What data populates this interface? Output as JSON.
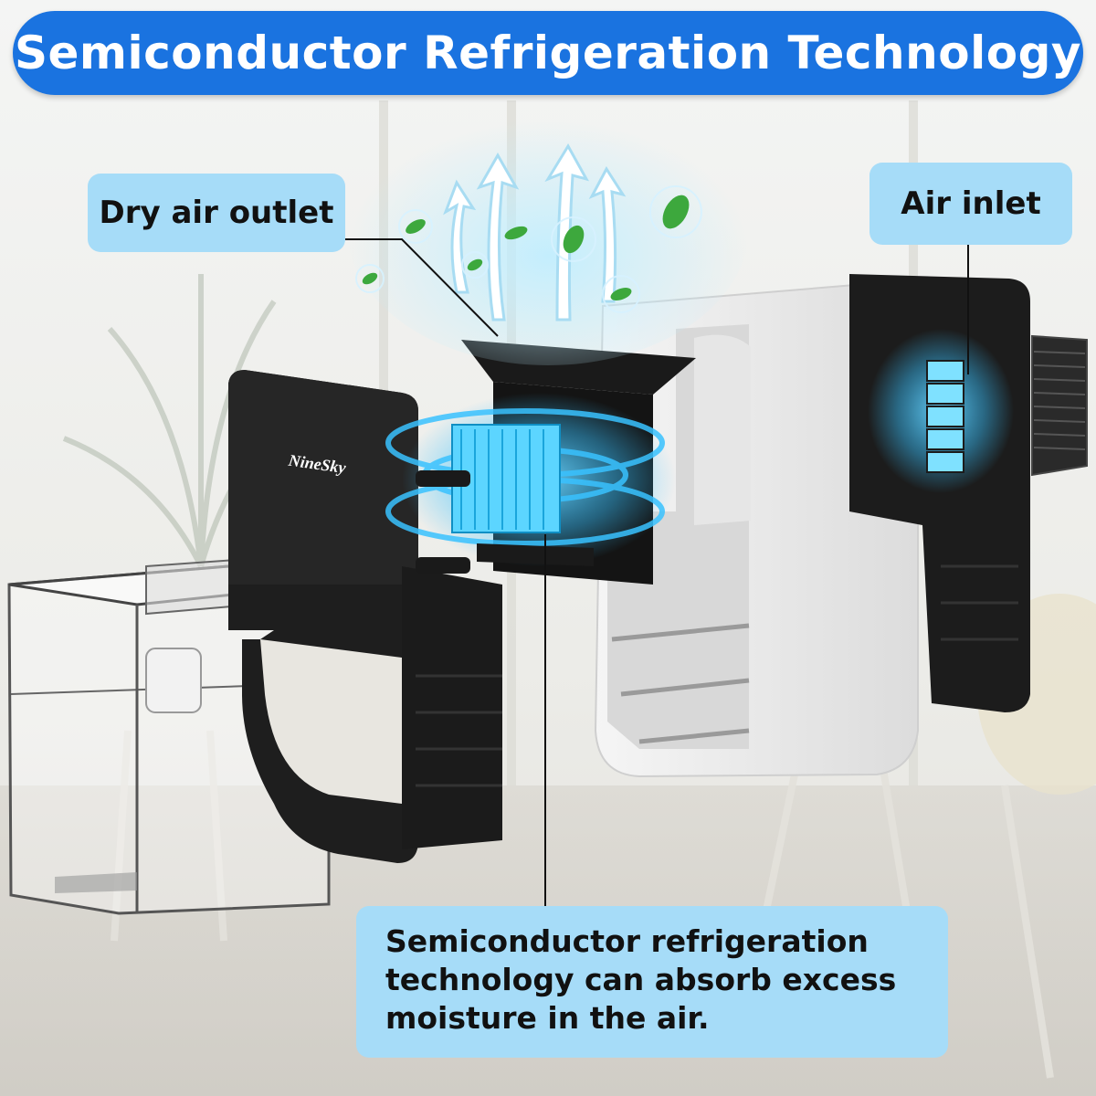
{
  "banner": {
    "title": "Semiconductor Refrigeration Technology"
  },
  "labels": {
    "outlet": "Dry air outlet",
    "inlet": "Air inlet"
  },
  "brand": {
    "name": "NineSky"
  },
  "description": {
    "lines": [
      "Semiconductor refrigeration",
      "technology can absorb excess",
      "moisture in the air."
    ]
  },
  "colors": {
    "banner": "#1a73e0",
    "label_bg": "#a6dcf8",
    "housing": "#222222",
    "cooling_glow": "#39c2ff",
    "leaf": "#3da83d"
  }
}
